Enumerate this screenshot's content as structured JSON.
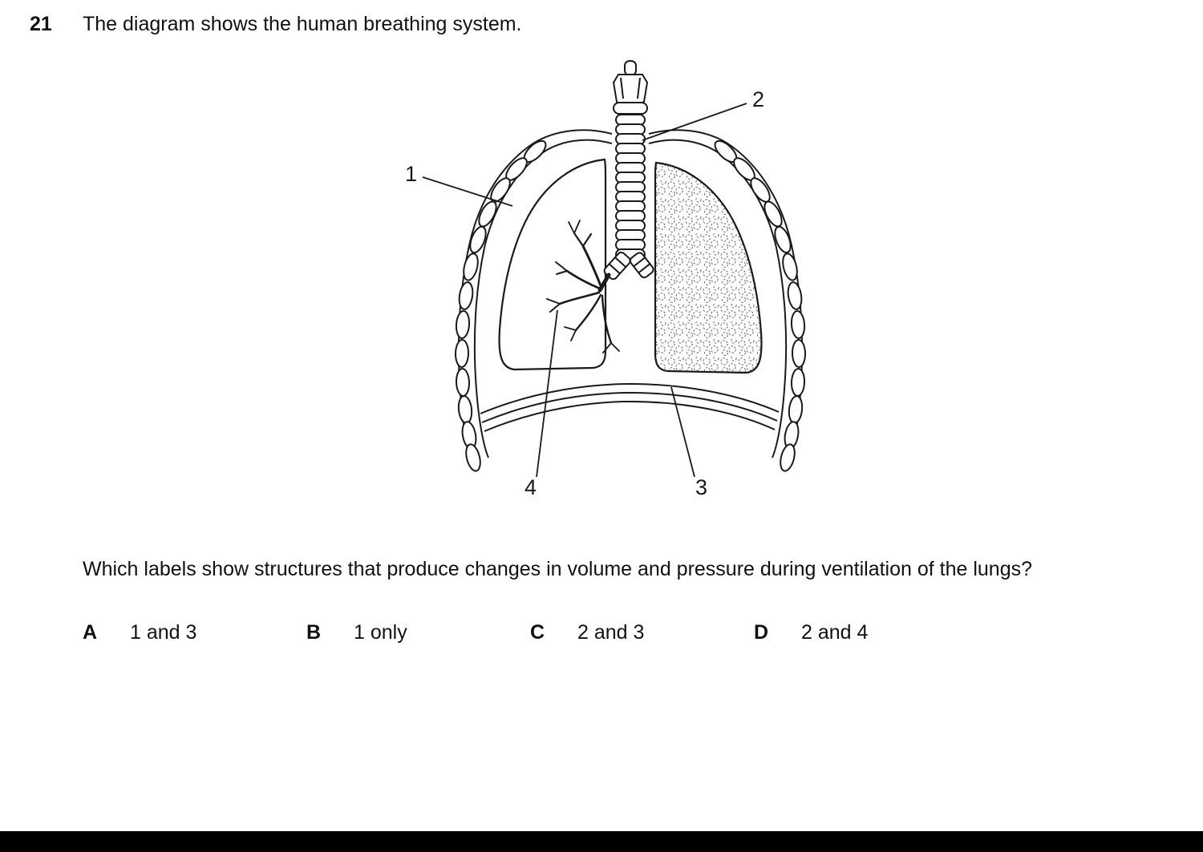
{
  "page": {
    "background": "#ffffff",
    "footer_bar_color": "#000000",
    "text_color": "#111111"
  },
  "question": {
    "number": "21",
    "intro": "The diagram shows the human breathing system.",
    "stem": "Which labels show structures that produce changes in volume and pressure during ventilation of the lungs?",
    "options": [
      {
        "letter": "A",
        "text": "1 and 3"
      },
      {
        "letter": "B",
        "text": "1 only"
      },
      {
        "letter": "C",
        "text": "2 and 3"
      },
      {
        "letter": "D",
        "text": "2 and 4"
      }
    ]
  },
  "diagram": {
    "subject": "human breathing system",
    "labels": {
      "label1": "1",
      "label2": "2",
      "label3": "3",
      "label4": "4"
    }
  }
}
